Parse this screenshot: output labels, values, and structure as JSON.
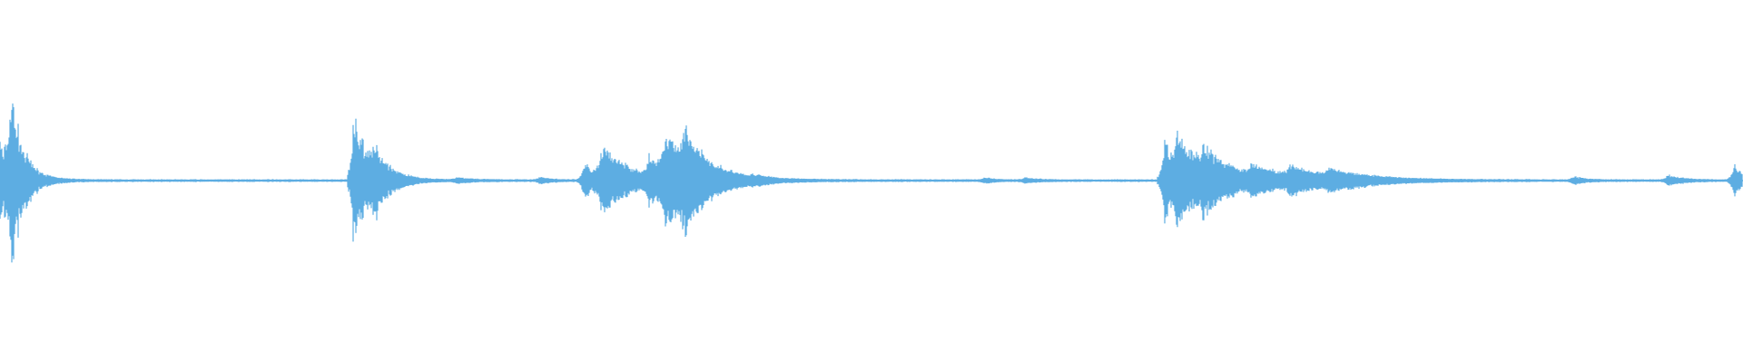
{
  "waveform": {
    "color": "#5dade2",
    "background": "#ffffff",
    "duration_fraction_markers": [],
    "events": [
      {
        "t": 0.0,
        "peak": 0.55,
        "decay": 0.01,
        "kind": "onset"
      },
      {
        "t": 0.0065,
        "peak": 1.0,
        "decay": 0.006,
        "kind": "transient"
      },
      {
        "t": 0.203,
        "peak": 0.95,
        "decay": 0.01,
        "kind": "transient"
      },
      {
        "t": 0.215,
        "peak": 0.25,
        "decay": 0.008,
        "kind": "tail"
      },
      {
        "t": 0.262,
        "peak": 0.03,
        "decay": 0.01,
        "kind": "small"
      },
      {
        "t": 0.31,
        "peak": 0.04,
        "decay": 0.006,
        "kind": "small"
      },
      {
        "t": 0.335,
        "peak": 0.2,
        "decay": 0.02,
        "kind": "burst"
      },
      {
        "t": 0.345,
        "peak": 0.38,
        "decay": 0.015,
        "kind": "burst"
      },
      {
        "t": 0.372,
        "peak": 0.28,
        "decay": 0.02,
        "kind": "burst"
      },
      {
        "t": 0.382,
        "peak": 0.55,
        "decay": 0.012,
        "kind": "burst"
      },
      {
        "t": 0.392,
        "peak": 0.45,
        "decay": 0.016,
        "kind": "burst"
      },
      {
        "t": 0.432,
        "peak": 0.03,
        "decay": 0.008,
        "kind": "small"
      },
      {
        "t": 0.565,
        "peak": 0.03,
        "decay": 0.006,
        "kind": "small"
      },
      {
        "t": 0.588,
        "peak": 0.03,
        "decay": 0.008,
        "kind": "small"
      },
      {
        "t": 0.668,
        "peak": 0.55,
        "decay": 0.012,
        "kind": "transient"
      },
      {
        "t": 0.675,
        "peak": 0.4,
        "decay": 0.02,
        "kind": "burst"
      },
      {
        "t": 0.69,
        "peak": 0.25,
        "decay": 0.02,
        "kind": "burst"
      },
      {
        "t": 0.718,
        "peak": 0.12,
        "decay": 0.03,
        "kind": "burst"
      },
      {
        "t": 0.74,
        "peak": 0.14,
        "decay": 0.02,
        "kind": "burst"
      },
      {
        "t": 0.762,
        "peak": 0.1,
        "decay": 0.025,
        "kind": "burst"
      },
      {
        "t": 0.903,
        "peak": 0.05,
        "decay": 0.006,
        "kind": "small"
      },
      {
        "t": 0.957,
        "peak": 0.07,
        "decay": 0.008,
        "kind": "small"
      },
      {
        "t": 0.995,
        "peak": 0.2,
        "decay": 0.006,
        "kind": "transient"
      }
    ]
  }
}
